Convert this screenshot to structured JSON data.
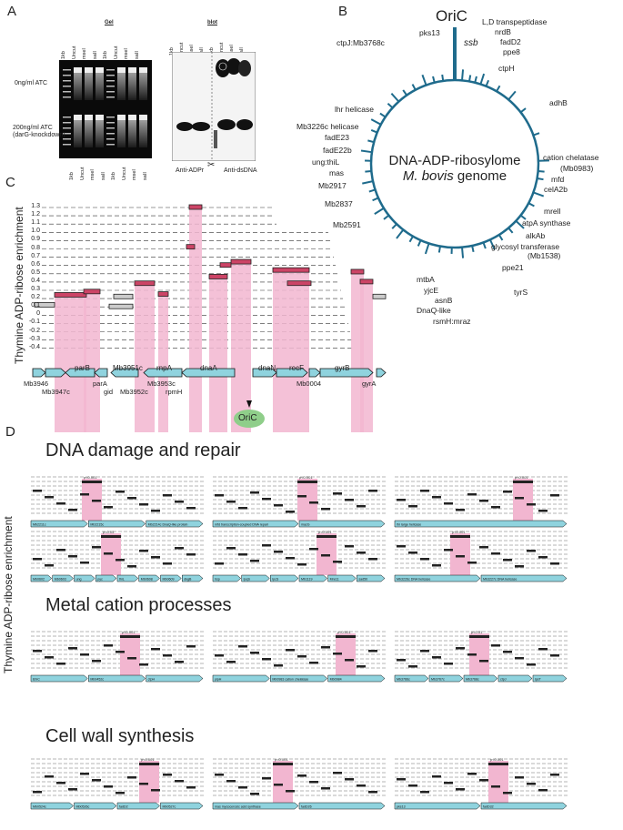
{
  "panel_labels": {
    "A": "A",
    "B": "B",
    "C": "C",
    "D": "D"
  },
  "panelA": {
    "gel_title": "Gel",
    "blot_title": "blot",
    "gel_lanes": [
      "1kb",
      "Uncut",
      "mseI",
      "saII",
      "1kb",
      "Uncut",
      "mseI",
      "saII"
    ],
    "gel_bottom_lanes": [
      "1kb",
      "Uncut",
      "mseI",
      "saII",
      "1kb",
      "Uncut",
      "mseI",
      "saII"
    ],
    "blot_lanes": [
      "1kb",
      "Uncut",
      "mseI",
      "saII",
      "1kb",
      "Uncut",
      "mseI",
      "saII"
    ],
    "cond1": "0ng/ml ATC",
    "cond2": "200ng/ml ATC",
    "cond2_sub": "(darG-knockdown)",
    "anti1": "Anti-ADPr",
    "anti2": "Anti-dsDNA",
    "scissor": "✂"
  },
  "panelB": {
    "oric": "OriC",
    "ssb": "ssb",
    "center_line1": "DNA-ADP-ribosylome",
    "center_line2_italic": "M. bovis",
    "center_line2": " genome",
    "genes_right": [
      "L,D transpeptidase",
      "nrdB",
      "fadD2",
      "ppe8",
      "ctpH",
      "adhB",
      "cation chelatase",
      "(Mb0983)",
      "mfd",
      "celA2b",
      "mrell",
      "atpA synthase",
      "alkAb",
      "glycosyl transferase",
      "(Mb1538)",
      "ppe21",
      "tyrS"
    ],
    "genes_left": [
      "pks13",
      "ctpJ:Mb3768c",
      "lhr helicase",
      "Mb3226c helicase",
      "fadE23",
      "fadE22b",
      "ung:thiL",
      "mas",
      "Mb2917",
      "Mb2837",
      "Mb2591",
      "mtbA",
      "yjcE",
      "asnB",
      "DnaQ-like",
      "rsmH:mraz"
    ]
  },
  "panelC": {
    "ylabel": "Thymine ADP-ribose enrichment",
    "yticks": [
      "1.3",
      "1.2",
      "1.1",
      "1.0",
      "0.9",
      "0.8",
      "0.7",
      "0.6",
      "0.5",
      "0.4",
      "0.3",
      "0.2",
      "0.1",
      "0",
      "-0.1",
      "-0.2",
      "-0.3",
      "-0.4"
    ],
    "genes_on_track": [
      "parB",
      "Mb3951c",
      "rnpA",
      "dnaA",
      "dnaN",
      "recF",
      "gyrB"
    ],
    "genes_below": [
      "Mb3946",
      "Mb3947c",
      "parA",
      "gid",
      "Mb3952c",
      "Mb3953c",
      "rpmH",
      "Mb0004",
      "gyrA"
    ],
    "oric": "OriC"
  },
  "panelD": {
    "ylabel": "Thymine ADP-ribose enrichment",
    "sections": [
      "DNA damage and repair",
      "Metal cation processes",
      "Cell wall synthesis"
    ],
    "mini": [
      {
        "genes": [
          "Mb2211c",
          "Mb2215c",
          "Mb2214c DnaQ-like protein"
        ],
        "p": "p<0.001"
      },
      {
        "genes": [
          "mfd transcription-coupled DNA repair",
          "mazG"
        ],
        "p": "p<0.001"
      },
      {
        "genes": [
          "lhr large helicase"
        ],
        "p": "p<0.001"
      },
      {
        "genes": [
          "Mb0602",
          "Mb0603",
          "ung",
          "pyc",
          "thiL",
          "Mb0608",
          "Mb0609",
          "dkgB"
        ],
        "p": "p<0.05"
      },
      {
        "genes": [
          "hsp",
          "lpqS",
          "lpcS",
          "Mb1119",
          "Mre11",
          "sad50"
        ],
        "p": "p<0.001"
      },
      {
        "genes": [
          "Mb3226c DNA helicase",
          "Mb3227c DNA helicase"
        ],
        "p": "p<0.001"
      },
      {
        "genes": [
          "EhiC",
          "Mb0452c",
          "ctpH"
        ],
        "p": "p<0.001"
      },
      {
        "genes": [
          "pipH",
          "Mb0983 cation chelatase",
          "Mb0984"
        ],
        "p": "p<0.001"
      },
      {
        "genes": [
          "Mb3766c",
          "Mb3767c",
          "Mb3768c",
          "ctpJ",
          "lpsT"
        ],
        "p": "p<0.01"
      },
      {
        "genes": [
          "Mb0524c",
          "Mb0526c",
          "fadD2",
          "Mb0527c"
        ],
        "p": "p<0.001"
      },
      {
        "genes": [
          "mas mycocerosic acid synthase",
          "fadD26"
        ],
        "p": "p<0.001"
      },
      {
        "genes": [
          "pks13",
          "fadD32"
        ],
        "p": "p<0.001"
      }
    ]
  }
}
